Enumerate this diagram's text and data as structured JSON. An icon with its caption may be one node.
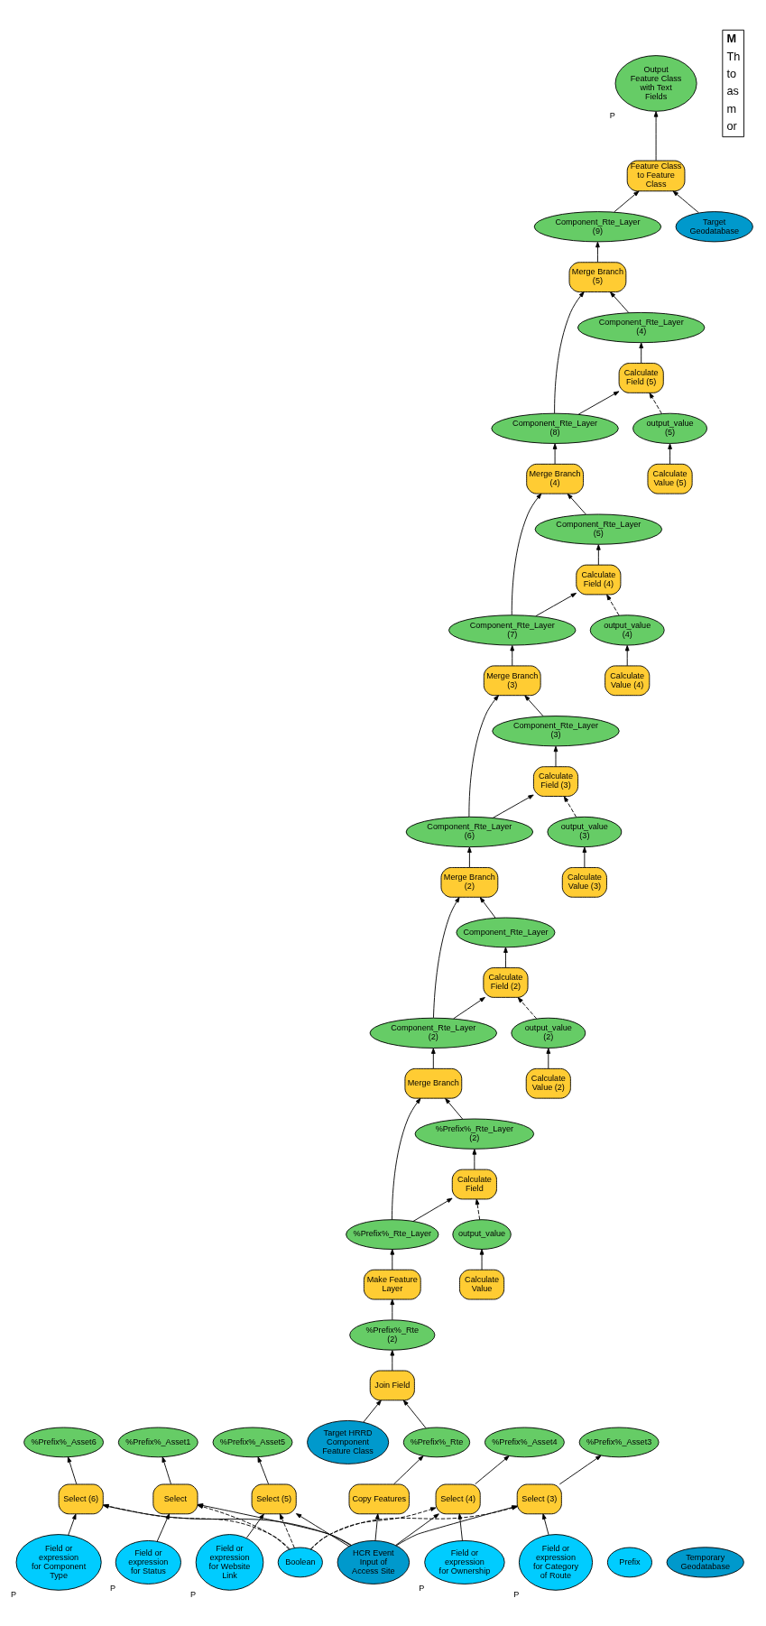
{
  "diagram": {
    "nodes": [
      {
        "text": [
          "Field or expression for Component Type"
        ],
        "beside": [
          "P"
        ]
      },
      {
        "text": [
          "Field or expression for Status"
        ],
        "beside": [
          "P"
        ]
      },
      {
        "text": [
          "Field or expression for Website Link"
        ],
        "beside": [
          "P"
        ]
      },
      {
        "text": [
          "Boolean"
        ]
      },
      {
        "text": [
          "HCR Event Input of Access Site"
        ]
      },
      {
        "text": [
          "Field or expression for Ownership"
        ],
        "beside": [
          "P"
        ]
      },
      {
        "text": [
          "Field or expression for Category of Route"
        ],
        "beside": [
          "P"
        ]
      },
      {
        "text": [
          "Prefix"
        ]
      },
      {
        "text": [
          "Temporary Geodatabase"
        ]
      },
      {
        "text": [
          "Select (6)"
        ]
      },
      {
        "text": [
          "Select"
        ]
      },
      {
        "text": [
          "Select (5)"
        ]
      },
      {
        "text": [
          "Copy Features"
        ]
      },
      {
        "text": [
          "Select (4)"
        ]
      },
      {
        "text": [
          "Select (3)"
        ]
      },
      {
        "text": [
          "%Prefix%_Asset6"
        ]
      },
      {
        "text": [
          "%Prefix%_Asset1"
        ]
      },
      {
        "text": [
          "%Prefix%_Asset5"
        ]
      },
      {
        "text": [
          "%Prefix%_Rte"
        ]
      },
      {
        "text": [
          "%Prefix%_Asset4"
        ]
      },
      {
        "text": [
          "%Prefix%_Asset3"
        ]
      },
      {
        "text": [
          "Target HRRD Component Feature Class"
        ]
      },
      {
        "text": [
          "Join Field"
        ]
      },
      {
        "text": [
          "%Prefix%_Rte (2)"
        ]
      },
      {
        "text": [
          "Make Feature Layer"
        ]
      },
      {
        "text": [
          "%Prefix%_Rte_Layer"
        ]
      },
      {
        "text": [
          "Calculate Value"
        ]
      },
      {
        "text": [
          "output_value"
        ]
      },
      {
        "text": [
          "Calculate Field"
        ]
      },
      {
        "text": [
          "%Prefix%_Rte_Layer (2)"
        ]
      },
      {
        "text": [
          "Merge Branch"
        ]
      },
      {
        "text": [
          "Component_Rte_Layer (2)"
        ]
      },
      {
        "text": [
          "Calculate Value (2)"
        ]
      },
      {
        "text": [
          "output_value (2)"
        ]
      },
      {
        "text": [
          "Calculate Field (2)"
        ]
      },
      {
        "text": [
          "Component_Rte_Layer"
        ]
      },
      {
        "text": [
          "Merge Branch (2)"
        ]
      },
      {
        "text": [
          "Calculate Value (3)"
        ]
      },
      {
        "text": [
          "output_value (3)"
        ]
      },
      {
        "text": [
          "Component_Rte_Layer (6)"
        ]
      },
      {
        "text": [
          "Calculate Field (3)"
        ]
      },
      {
        "text": [
          "Component_Rte_Layer (3)"
        ]
      },
      {
        "text": [
          "Merge Branch (3)"
        ]
      },
      {
        "text": [
          "Calculate Value (4)"
        ]
      },
      {
        "text": [
          "output_value (4)"
        ]
      },
      {
        "text": [
          "Component_Rte_Layer (7)"
        ]
      },
      {
        "text": [
          "Calculate Field (4)"
        ]
      },
      {
        "text": [
          "Component_Rte_Layer (5)"
        ]
      },
      {
        "text": [
          "Merge Branch (4)"
        ]
      },
      {
        "text": [
          "Calculate Value (5)"
        ]
      },
      {
        "text": [
          "output_value (5)"
        ]
      },
      {
        "text": [
          "Component_Rte_Layer (8)"
        ]
      },
      {
        "text": [
          "Calculate Field (5)"
        ]
      },
      {
        "text": [
          "Component_Rte_Layer (4)"
        ]
      },
      {
        "text": [
          "Merge Branch (5)"
        ]
      },
      {
        "text": [
          "Component_Rte_Layer (9)"
        ]
      },
      {
        "text": [
          "Target Geodatabase"
        ]
      },
      {
        "text": [
          "Feature Class to Feature Class"
        ]
      },
      {
        "text": [
          "Output Feature Class with Text Fields"
        ],
        "beside": [
          "P"
        ]
      }
    ],
    "edges": [
      {
        "from": 0,
        "to": 9,
        "arrow": "to"
      },
      {
        "from": 1,
        "to": 10,
        "arrow": "to"
      },
      {
        "from": 2,
        "to": 11,
        "arrow": "to"
      },
      {
        "from": 5,
        "to": 13,
        "arrow": "to"
      },
      {
        "from": 6,
        "to": 14,
        "arrow": "to"
      },
      {
        "from": 4,
        "to": 9,
        "arrow": "to"
      },
      {
        "from": 4,
        "to": 10,
        "arrow": "to"
      },
      {
        "from": 4,
        "to": 11,
        "arrow": "to"
      },
      {
        "from": 4,
        "to": 12,
        "arrow": "to"
      },
      {
        "from": 4,
        "to": 13,
        "arrow": "to"
      },
      {
        "from": 4,
        "to": 14,
        "arrow": "to"
      },
      {
        "from": 3,
        "to": 9,
        "arrow": "to",
        "style": "dashed"
      },
      {
        "from": 3,
        "to": 10,
        "arrow": "to",
        "style": "dashed"
      },
      {
        "from": 3,
        "to": 11,
        "arrow": "to",
        "style": "dashed"
      },
      {
        "from": 3,
        "to": 13,
        "arrow": "to",
        "style": "dashed"
      },
      {
        "from": 3,
        "to": 14,
        "arrow": "to",
        "style": "dashed"
      },
      {
        "from": 9,
        "to": 15,
        "arrow": "to"
      },
      {
        "from": 10,
        "to": 16,
        "arrow": "to"
      },
      {
        "from": 11,
        "to": 17,
        "arrow": "to"
      },
      {
        "from": 12,
        "to": 18,
        "arrow": "to"
      },
      {
        "from": 13,
        "to": 19,
        "arrow": "to"
      },
      {
        "from": 14,
        "to": 20,
        "arrow": "to"
      },
      {
        "from": 18,
        "to": 22,
        "arrow": "to"
      },
      {
        "from": 21,
        "to": 22,
        "arrow": "to"
      },
      {
        "from": 22,
        "to": 23,
        "arrow": "to"
      },
      {
        "from": 23,
        "to": 24,
        "arrow": "to"
      },
      {
        "from": 24,
        "to": 25,
        "arrow": "to"
      },
      {
        "from": 26,
        "to": 27,
        "arrow": "to"
      },
      {
        "from": 27,
        "to": 28,
        "arrow": "to",
        "style": "dashed"
      },
      {
        "from": 25,
        "to": 28,
        "arrow": "to"
      },
      {
        "from": 28,
        "to": 29,
        "arrow": "to"
      },
      {
        "from": 29,
        "to": 30,
        "arrow": "to"
      },
      {
        "from": 25,
        "to": 30,
        "arrow": "to"
      },
      {
        "from": 30,
        "to": 31,
        "arrow": "to"
      },
      {
        "from": 32,
        "to": 33,
        "arrow": "to"
      },
      {
        "from": 33,
        "to": 34,
        "arrow": "to",
        "style": "dashed"
      },
      {
        "from": 31,
        "to": 34,
        "arrow": "to"
      },
      {
        "from": 34,
        "to": 35,
        "arrow": "to"
      },
      {
        "from": 35,
        "to": 36,
        "arrow": "to"
      },
      {
        "from": 31,
        "to": 36,
        "arrow": "to"
      },
      {
        "from": 36,
        "to": 39,
        "arrow": "to"
      },
      {
        "from": 37,
        "to": 38,
        "arrow": "to"
      },
      {
        "from": 38,
        "to": 40,
        "arrow": "to",
        "style": "dashed"
      },
      {
        "from": 39,
        "to": 40,
        "arrow": "to"
      },
      {
        "from": 40,
        "to": 41,
        "arrow": "to"
      },
      {
        "from": 41,
        "to": 42,
        "arrow": "to"
      },
      {
        "from": 39,
        "to": 42,
        "arrow": "to"
      },
      {
        "from": 42,
        "to": 45,
        "arrow": "to"
      },
      {
        "from": 43,
        "to": 44,
        "arrow": "to"
      },
      {
        "from": 44,
        "to": 46,
        "arrow": "to",
        "style": "dashed"
      },
      {
        "from": 45,
        "to": 46,
        "arrow": "to"
      },
      {
        "from": 46,
        "to": 47,
        "arrow": "to"
      },
      {
        "from": 47,
        "to": 48,
        "arrow": "to"
      },
      {
        "from": 45,
        "to": 48,
        "arrow": "to"
      },
      {
        "from": 48,
        "to": 51,
        "arrow": "to"
      },
      {
        "from": 49,
        "to": 50,
        "arrow": "to"
      },
      {
        "from": 50,
        "to": 52,
        "arrow": "to",
        "style": "dashed"
      },
      {
        "from": 51,
        "to": 52,
        "arrow": "to"
      },
      {
        "from": 52,
        "to": 53,
        "arrow": "to"
      },
      {
        "from": 53,
        "to": 54,
        "arrow": "to"
      },
      {
        "from": 51,
        "to": 54,
        "arrow": "to"
      },
      {
        "from": 54,
        "to": 55,
        "arrow": "to"
      },
      {
        "from": 55,
        "to": 57,
        "arrow": "to"
      },
      {
        "from": 56,
        "to": 57,
        "arrow": "to"
      },
      {
        "from": 57,
        "to": 58,
        "arrow": "to"
      }
    ],
    "labels": [
      "M",
      "Th",
      "to",
      "as",
      "m",
      "or"
    ]
  }
}
